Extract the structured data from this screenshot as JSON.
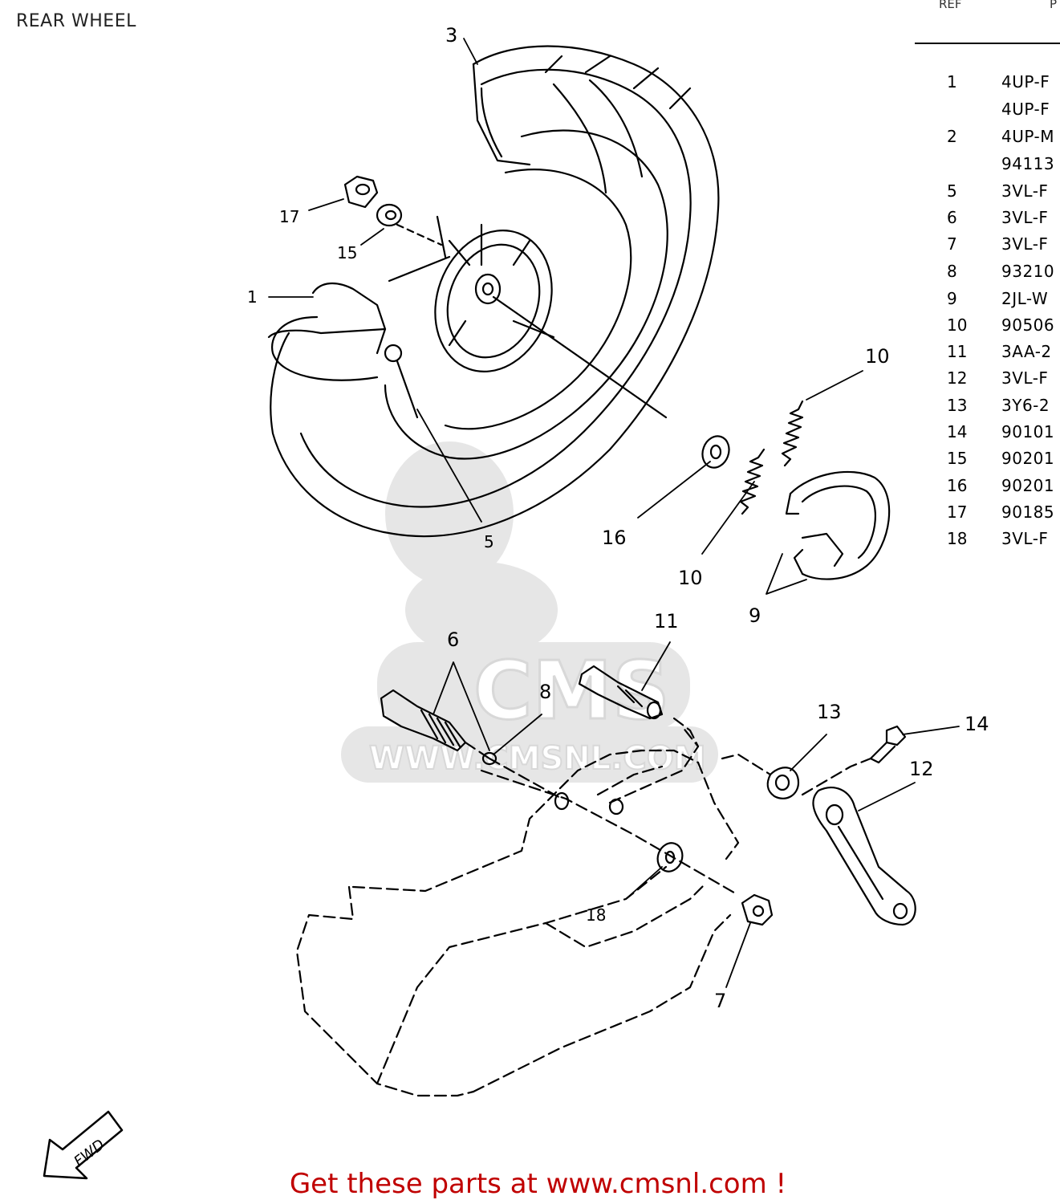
{
  "title": "REAR WHEEL",
  "footer": {
    "text": "Get these parts at www.cmsnl.com !"
  },
  "watermark": {
    "brand": "CMS",
    "url": "WWW.CMSNL.COM"
  },
  "fwd_label": "FWD",
  "parts_table": {
    "header_ref": "REF",
    "header_part": "P",
    "rows": [
      {
        "ref": "1",
        "part": "4UP-F"
      },
      {
        "ref": "",
        "part": "4UP-F"
      },
      {
        "ref": "2",
        "part": "4UP-M"
      },
      {
        "ref": "",
        "part": "94113"
      },
      {
        "ref": "5",
        "part": "3VL-F"
      },
      {
        "ref": "6",
        "part": "3VL-F"
      },
      {
        "ref": "7",
        "part": "3VL-F"
      },
      {
        "ref": "8",
        "part": "93210"
      },
      {
        "ref": "9",
        "part": "2JL-W"
      },
      {
        "ref": "10",
        "part": "90506"
      },
      {
        "ref": "11",
        "part": "3AA-2"
      },
      {
        "ref": "12",
        "part": "3VL-F"
      },
      {
        "ref": "13",
        "part": "3Y6-2"
      },
      {
        "ref": "14",
        "part": "90101"
      },
      {
        "ref": "15",
        "part": "90201"
      },
      {
        "ref": "16",
        "part": "90201"
      },
      {
        "ref": "17",
        "part": "90185"
      },
      {
        "ref": "18",
        "part": "3VL-F"
      }
    ]
  },
  "callouts": {
    "c1": "1",
    "c3": "3",
    "c5": "5",
    "c6": "6",
    "c7": "7",
    "c8": "8",
    "c9": "9",
    "c10a": "10",
    "c10b": "10",
    "c11": "11",
    "c12": "12",
    "c13": "13",
    "c14": "14",
    "c15": "15",
    "c16": "16",
    "c17": "17",
    "c18": "18"
  },
  "colors": {
    "line": "#000000",
    "footer": "#c00000",
    "watermark": "#e6e6e6"
  }
}
